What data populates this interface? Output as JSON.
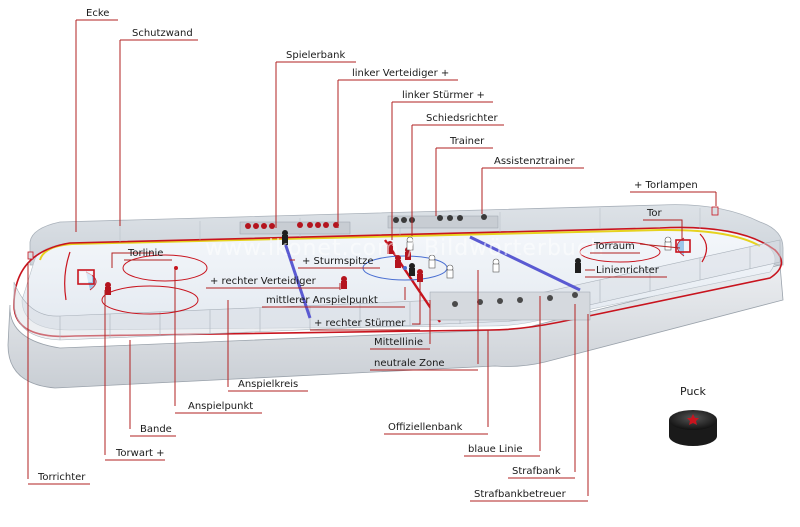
{
  "watermark": "www.ikonet.com / Bildwörterbuch",
  "labels": {
    "ecke": "Ecke",
    "schutzwand": "Schutzwand",
    "spielerbank": "Spielerbank",
    "linker_verteidiger": "linker Verteidiger +",
    "linker_stuermer": "linker Stürmer +",
    "schiedsrichter": "Schiedsrichter",
    "trainer": "Trainer",
    "assistenztrainer": "Assistenztrainer",
    "torlampen": "+ Torlampen",
    "tor": "Tor",
    "torraum": "Torraum",
    "linienrichter": "Linienrichter",
    "torlinie": "Torlinie",
    "sturmspitze": "+ Sturmspitze",
    "rechter_verteidiger": "+ rechter Verteidiger",
    "mittlerer_anspielpunkt": "mittlerer Anspielpunkt",
    "rechter_stuermer": "+ rechter Stürmer",
    "mittellinie": "Mittellinie",
    "neutrale_zone": "neutrale Zone",
    "anspielkreis": "Anspielkreis",
    "anspielpunkt": "Anspielpunkt",
    "bande": "Bande",
    "torwart": "Torwart +",
    "torrichter": "Torrichter",
    "offiziellenbank": "Offiziellenbank",
    "blaue_linie": "blaue Linie",
    "strafbank": "Strafbank",
    "strafbankbetreuer": "Strafbankbetreuer",
    "puck": "Puck"
  },
  "colors": {
    "leader": "#b22222",
    "ice": "#eef3f8",
    "board": "#d9dde2",
    "red_line": "#c8141e",
    "blue_line": "#5a5ad2",
    "yellow_line": "#e6d21e"
  }
}
